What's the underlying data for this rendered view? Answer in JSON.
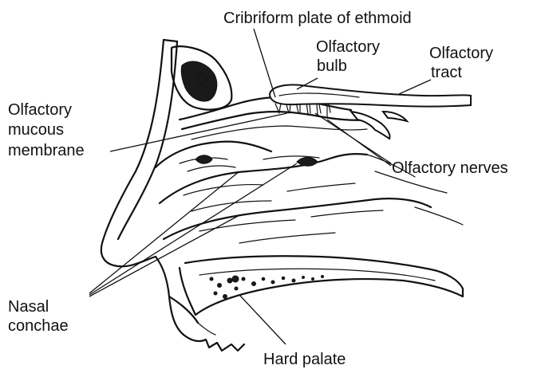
{
  "labels": {
    "cribriform": "Cribriform plate of ethmoid",
    "bulb_line1": "Olfactory",
    "bulb_line2": "bulb",
    "tract_line1": "Olfactory",
    "tract_line2": "tract",
    "mucous_line1": "Olfactory",
    "mucous_line2": "mucous",
    "mucous_line3": "membrane",
    "nerves": "Olfactory nerves",
    "conchae_line1": "Nasal",
    "conchae_line2": "conchae",
    "palate": "Hard palate"
  },
  "colors": {
    "ink": "#111111",
    "background": "#ffffff"
  }
}
